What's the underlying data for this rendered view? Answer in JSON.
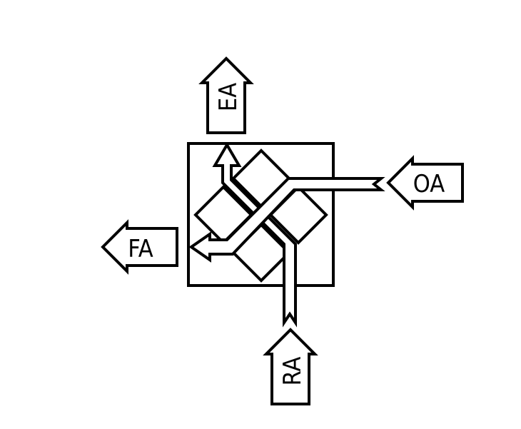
{
  "labels": {
    "ea": "EA",
    "oa": "OA",
    "fa": "FA",
    "ra": "RA"
  },
  "colors": {
    "stroke": "#000000",
    "fill": "#ffffff"
  }
}
